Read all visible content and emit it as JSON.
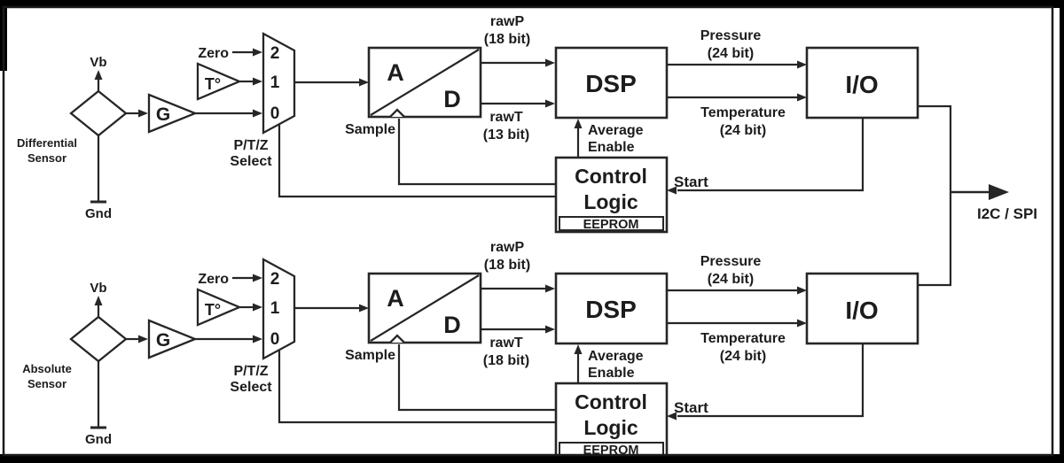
{
  "bus": {
    "label": "I2C / SPI"
  },
  "channels": [
    {
      "sensor_line1": "Differential",
      "sensor_line2": "Sensor",
      "vb": "Vb",
      "gnd": "Gnd",
      "gain": "G",
      "temp": "T°",
      "zero": "Zero",
      "mux_in_2": "2",
      "mux_in_1": "1",
      "mux_in_0": "0",
      "mux_line1": "P/T/Z",
      "mux_line2": "Select",
      "adc_a": "A",
      "adc_d": "D",
      "sample": "Sample",
      "rawp": "rawP",
      "rawp_bits": "(18 bit)",
      "rawt": "rawT",
      "rawt_bits": "(13 bit)",
      "dsp": "DSP",
      "pressure": "Pressure",
      "pressure_bits": "(24 bit)",
      "temperature": "Temperature",
      "temperature_bits": "(24 bit)",
      "io": "I/O",
      "avg_line1": "Average",
      "avg_line2": "Enable",
      "cl_line1": "Control",
      "cl_line2": "Logic",
      "eeprom": "EEPROM",
      "start": "Start"
    },
    {
      "sensor_line1": "Absolute",
      "sensor_line2": "Sensor",
      "vb": "Vb",
      "gnd": "Gnd",
      "gain": "G",
      "temp": "T°",
      "zero": "Zero",
      "mux_in_2": "2",
      "mux_in_1": "1",
      "mux_in_0": "0",
      "mux_line1": "P/T/Z",
      "mux_line2": "Select",
      "adc_a": "A",
      "adc_d": "D",
      "sample": "Sample",
      "rawp": "rawP",
      "rawp_bits": "(18 bit)",
      "rawt": "rawT",
      "rawt_bits": "(18 bit)",
      "dsp": "DSP",
      "pressure": "Pressure",
      "pressure_bits": "(24 bit)",
      "temperature": "Temperature",
      "temperature_bits": "(24 bit)",
      "io": "I/O",
      "avg_line1": "Average",
      "avg_line2": "Enable",
      "cl_line1": "Control",
      "cl_line2": "Logic",
      "eeprom": "EEPROM",
      "start": "Start"
    }
  ]
}
